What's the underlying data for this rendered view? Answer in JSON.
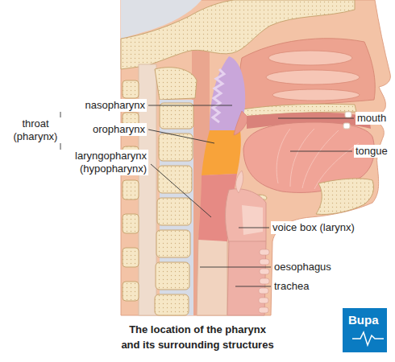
{
  "diagram": {
    "caption": "The location of the pharynx and its surrounding structures",
    "nodes": [
      {
        "text": [
          "Bupa"
        ]
      }
    ],
    "labels": [
      "throat (pharynx)",
      "nasopharynx",
      "oropharynx",
      "laryngopharynx (hypopharynx)",
      "mouth",
      "tongue",
      "voice box (larynx)",
      "oesophagus",
      "trachea"
    ]
  }
}
